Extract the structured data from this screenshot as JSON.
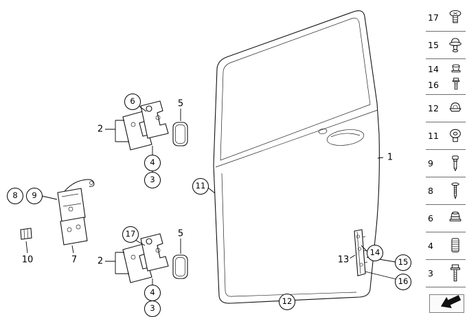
{
  "diagram": {
    "callouts": [
      {
        "label": "6"
      },
      {
        "label": "2"
      },
      {
        "label": "4"
      },
      {
        "label": "3"
      },
      {
        "label": "5"
      },
      {
        "label": "8"
      },
      {
        "label": "9"
      },
      {
        "label": "10"
      },
      {
        "label": "7"
      },
      {
        "label": "11"
      },
      {
        "label": "1"
      },
      {
        "label": "17"
      },
      {
        "label": "2"
      },
      {
        "label": "4"
      },
      {
        "label": "3"
      },
      {
        "label": "5"
      },
      {
        "label": "12"
      },
      {
        "label": "13"
      },
      {
        "label": "14"
      },
      {
        "label": "15"
      },
      {
        "label": "16"
      }
    ],
    "sidebar": {
      "items": [
        {
          "label": "17",
          "icon": "torx-screw-icon"
        },
        {
          "label": "15",
          "icon": "plug-grommet-icon"
        },
        {
          "label": "14",
          "label2": "16",
          "icon": "flange-nut-icon",
          "icon2": "bolt-icon"
        },
        {
          "label": "12",
          "icon": "dome-grommet-icon"
        },
        {
          "label": "11",
          "icon": "round-plug-icon"
        },
        {
          "label": "9",
          "icon": "shoulder-screw-icon"
        },
        {
          "label": "8",
          "icon": "expansion-rivet-icon"
        },
        {
          "label": "6",
          "icon": "flange-nut-icon"
        },
        {
          "label": "4",
          "icon": "threaded-sleeve-icon"
        },
        {
          "label": "3",
          "icon": "hex-bolt-icon"
        }
      ]
    },
    "colors": {
      "line": "#000000",
      "background": "#ffffff",
      "arrow": "#111111"
    }
  }
}
